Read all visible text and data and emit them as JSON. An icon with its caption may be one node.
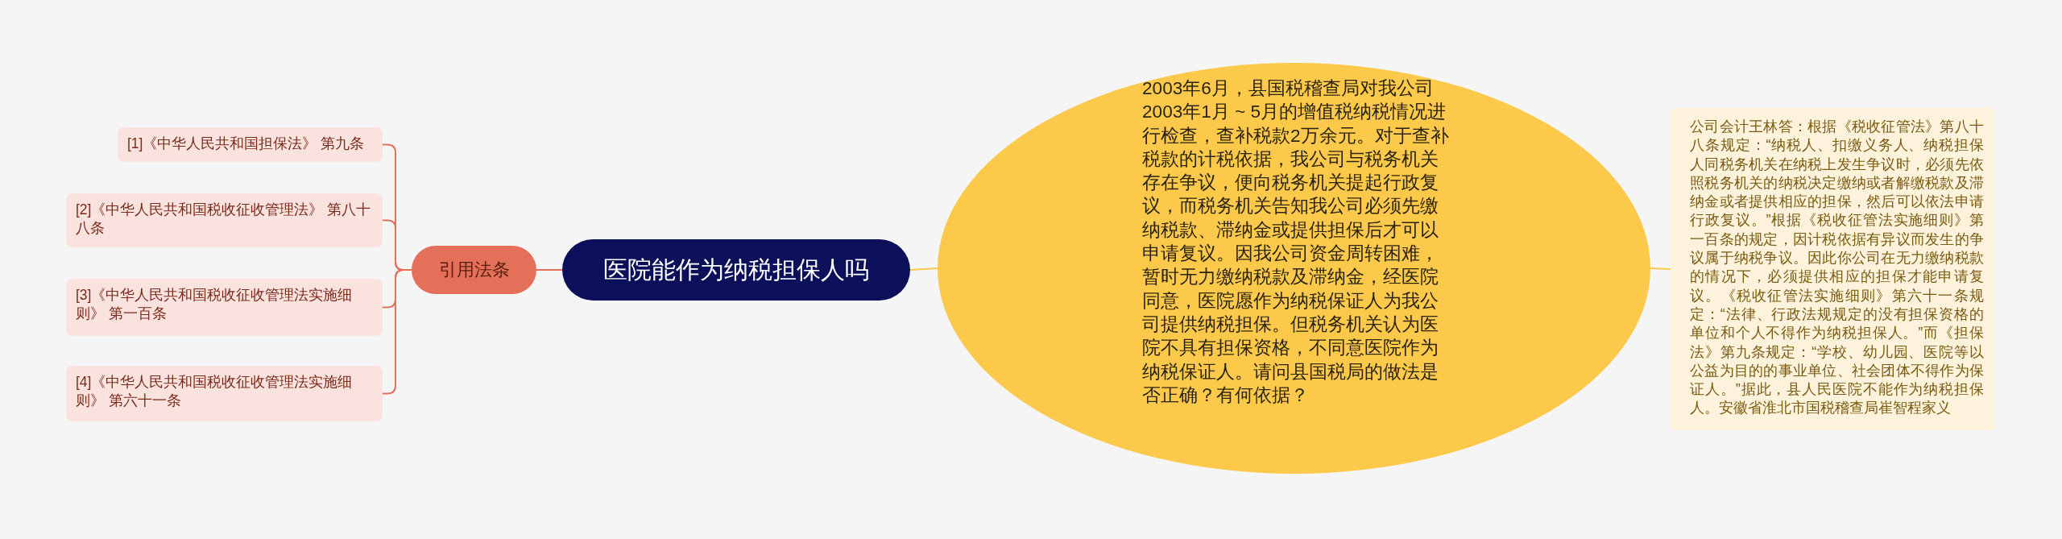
{
  "diagram": {
    "nodes": [
      {
        "text": [
          "医院能作为纳税担保人吗"
        ]
      },
      {
        "text": [
          "引用法条"
        ]
      },
      {
        "text": [
          "[1]《中华人民共和国担保法》 第九条"
        ]
      },
      {
        "text": [
          "[2]《中华人民共和国税收征收管理法》 第八十八条"
        ]
      },
      {
        "text": [
          "[3]《中华人民共和国税收征收管理法实施细则》 第一百条"
        ]
      },
      {
        "text": [
          "[4]《中华人民共和国税收征收管理法实施细则》 第六十一条"
        ]
      },
      {
        "text": [
          "2003年6月，县国税稽查局对我公司2003年1月 ~ 5月的增值税纳税情况进行检查，查补税款2万余元。对于查补税款的计税依据，我公司与税务机关存在争议，便向税务机关提起行政复议，而税务机关告知我公司必须先缴纳税款、滞纳金或提供担保后才可以申请复议。因我公司资金周转困难，暂时无力缴纳税款及滞纳金，经医院同意，医院愿作为纳税保证人为我公司提供纳税担保。但税务机关认为医院不具有担保资格，不同意医院作为纳税保证人。请问县国税局的做法是否正确？有何依据？"
        ]
      },
      {
        "text": [
          "公司会计王林答：根据《税收征管法》第八十八条规定：“纳税人、扣缴义务人、纳税担保人同税务机关在纳税上发生争议时，必须先依照税务机关的纳税决定缴纳或者解缴税款及滞纳金或者提供相应的担保，然后可以依法申请行政复议。”根据《税收征管法实施细则》第一百条的规定，因计税依据有异议而发生的争议属于纳税争议。因此你公司在无力缴纳税款的情况下，必须提供相应的担保才能申请复议。《税收征管法实施细则》第六十一条规定：“法律、行政法规规定的没有担保资格的单位和个人不得作为纳税担保人。”而《担保法》第九条规定：“学校、幼儿园、医院等以公益为目的的事业单位、社会团体不得作为保证人。”据此，县人民医院不能作为纳税担保人。安徽省淮北市国税稽查局崔智程家义"
        ]
      }
    ],
    "edges": [
      {
        "from": 0,
        "to": 1,
        "arrow": "none"
      },
      {
        "from": 1,
        "to": 2,
        "arrow": "none"
      },
      {
        "from": 1,
        "to": 3,
        "arrow": "none"
      },
      {
        "from": 1,
        "to": 4,
        "arrow": "none"
      },
      {
        "from": 1,
        "to": 5,
        "arrow": "none"
      },
      {
        "from": 0,
        "to": 6,
        "arrow": "none",
        "color": "#fcc94a"
      },
      {
        "from": 6,
        "to": 7,
        "arrow": "none",
        "color": "#fcc94a"
      }
    ]
  }
}
